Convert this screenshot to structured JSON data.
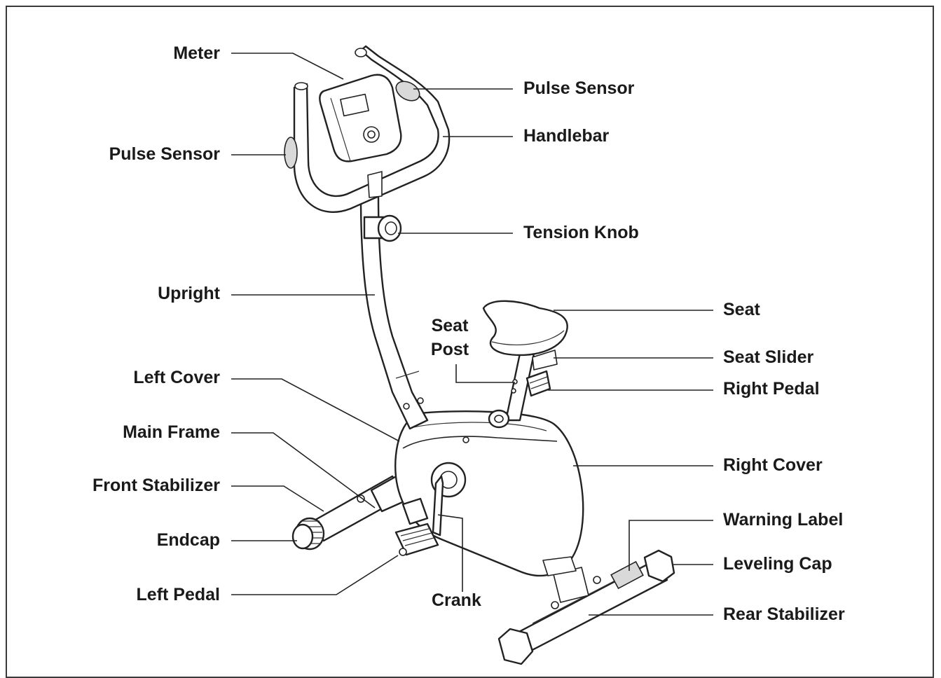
{
  "labels": {
    "meter": "Meter",
    "pulse_sensor_right": "Pulse Sensor",
    "handlebar": "Handlebar",
    "pulse_sensor_left": "Pulse Sensor",
    "tension_knob": "Tension Knob",
    "upright": "Upright",
    "seat": "Seat",
    "seat_post_line1": "Seat",
    "seat_post_line2": "Post",
    "seat_slider": "Seat Slider",
    "right_pedal": "Right Pedal",
    "left_cover": "Left Cover",
    "main_frame": "Main Frame",
    "right_cover": "Right Cover",
    "front_stabilizer": "Front Stabilizer",
    "endcap": "Endcap",
    "warning_label": "Warning Label",
    "leveling_cap": "Leveling Cap",
    "left_pedal": "Left Pedal",
    "crank": "Crank",
    "rear_stabilizer": "Rear Stabilizer"
  }
}
